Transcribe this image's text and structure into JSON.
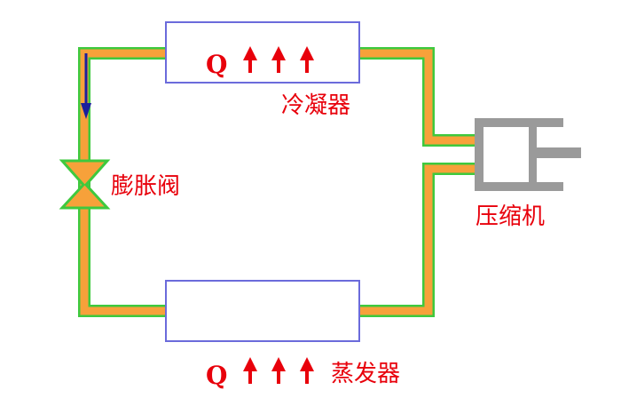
{
  "diagram": {
    "title": "制冷循环示意图",
    "components": {
      "condenser": {
        "label": "冷凝器"
      },
      "evaporator": {
        "label": "蒸发器"
      },
      "expansion_valve": {
        "label": "膨胀阀"
      },
      "compressor": {
        "label": "压缩机"
      }
    },
    "heat_symbol": "Q",
    "colors": {
      "pipe_fill": "#f7a13a",
      "pipe_edge": "#3ec93e",
      "box_border": "#6b6bdb",
      "label": "#e8000b",
      "flow_arrow": "#1a1f9c",
      "compressor": "#9a9a9a"
    }
  }
}
